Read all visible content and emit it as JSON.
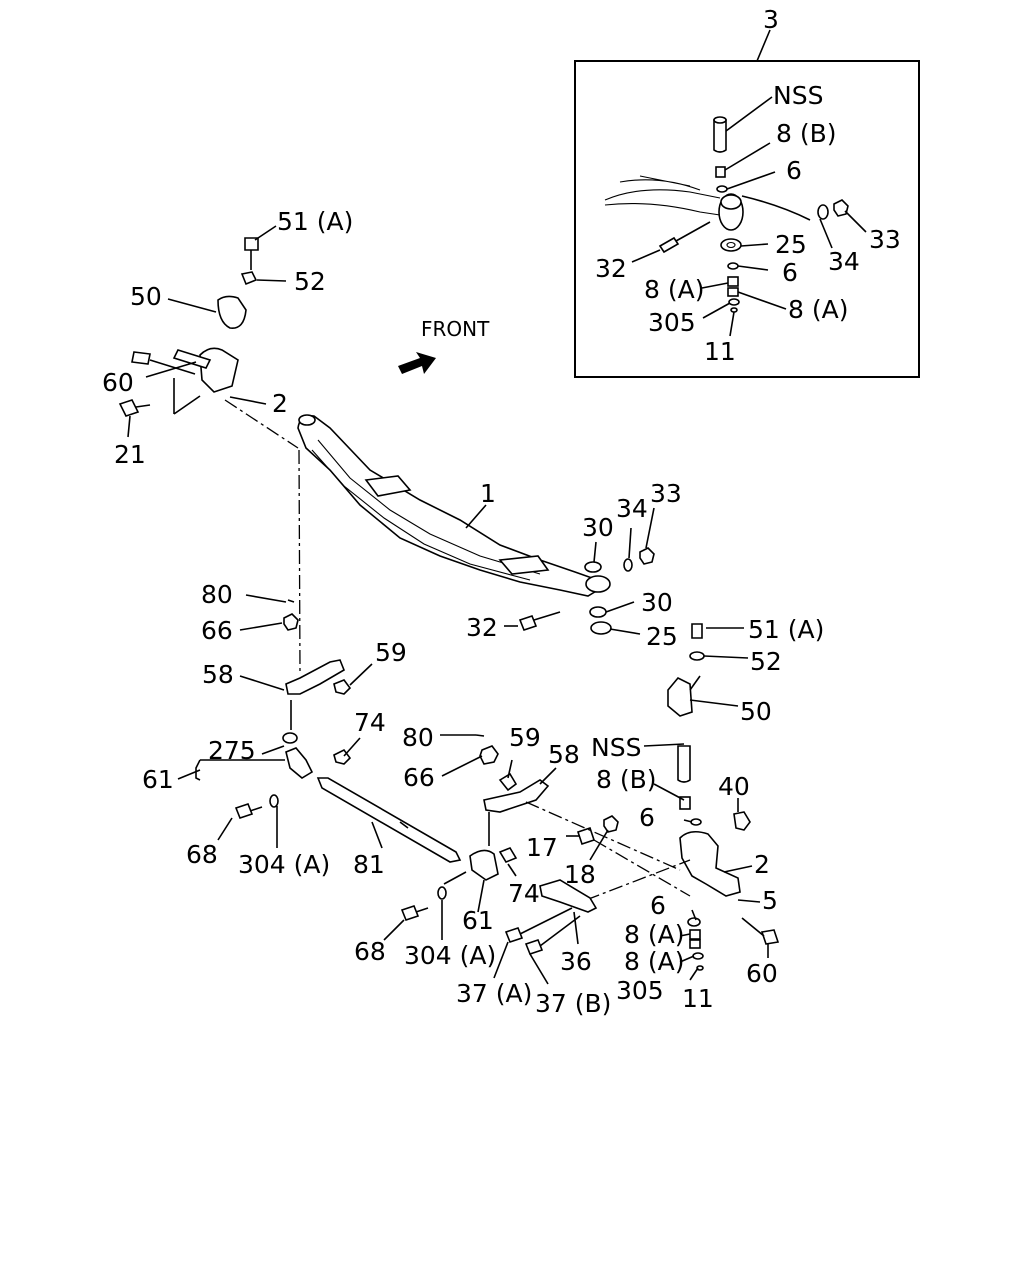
{
  "labels": {
    "3": "3",
    "nss_inset": "NSS",
    "8b_inset": "8 (B)",
    "6_inset_top": "6",
    "32_inset": "32",
    "25_inset": "25",
    "34_inset": "34",
    "33_inset": "33",
    "6_inset_mid": "6",
    "8a_inset_left": "8 (A)",
    "8a_inset_right": "8 (A)",
    "305_inset": "305",
    "11_inset": "11",
    "51a_left": "51 (A)",
    "52_left": "52",
    "50_left": "50",
    "front": "FRONT",
    "60_left": "60",
    "2_left": "2",
    "21": "21",
    "1": "1",
    "30_top": "30",
    "34_right": "34",
    "33_right": "33",
    "80_left": "80",
    "30_bottom": "30",
    "32_right": "32",
    "25_right": "25",
    "51a_right": "51 (A)",
    "66_left": "66",
    "59_left": "59",
    "52_right": "52",
    "58_left": "58",
    "50_right": "50",
    "74_left": "74",
    "275": "275",
    "80_mid": "80",
    "59_mid": "59",
    "58_mid": "58",
    "nss_right": "NSS",
    "61_left": "61",
    "66_mid": "66",
    "8b_right": "8 (B)",
    "40": "40",
    "6_right_top": "6",
    "17": "17",
    "18": "18",
    "68_left": "68",
    "304a_left": "304 (A)",
    "81": "81",
    "2_right": "2",
    "74_mid": "74",
    "5": "5",
    "61_mid": "61",
    "6_right_mid": "6",
    "8a_right_top": "8 (A)",
    "68_mid": "68",
    "304a_mid": "304 (A)",
    "36": "36",
    "8a_right_bottom": "8 (A)",
    "60_right": "60",
    "37a": "37 (A)",
    "37b": "37 (B)",
    "305_right": "305",
    "11_right": "11"
  }
}
